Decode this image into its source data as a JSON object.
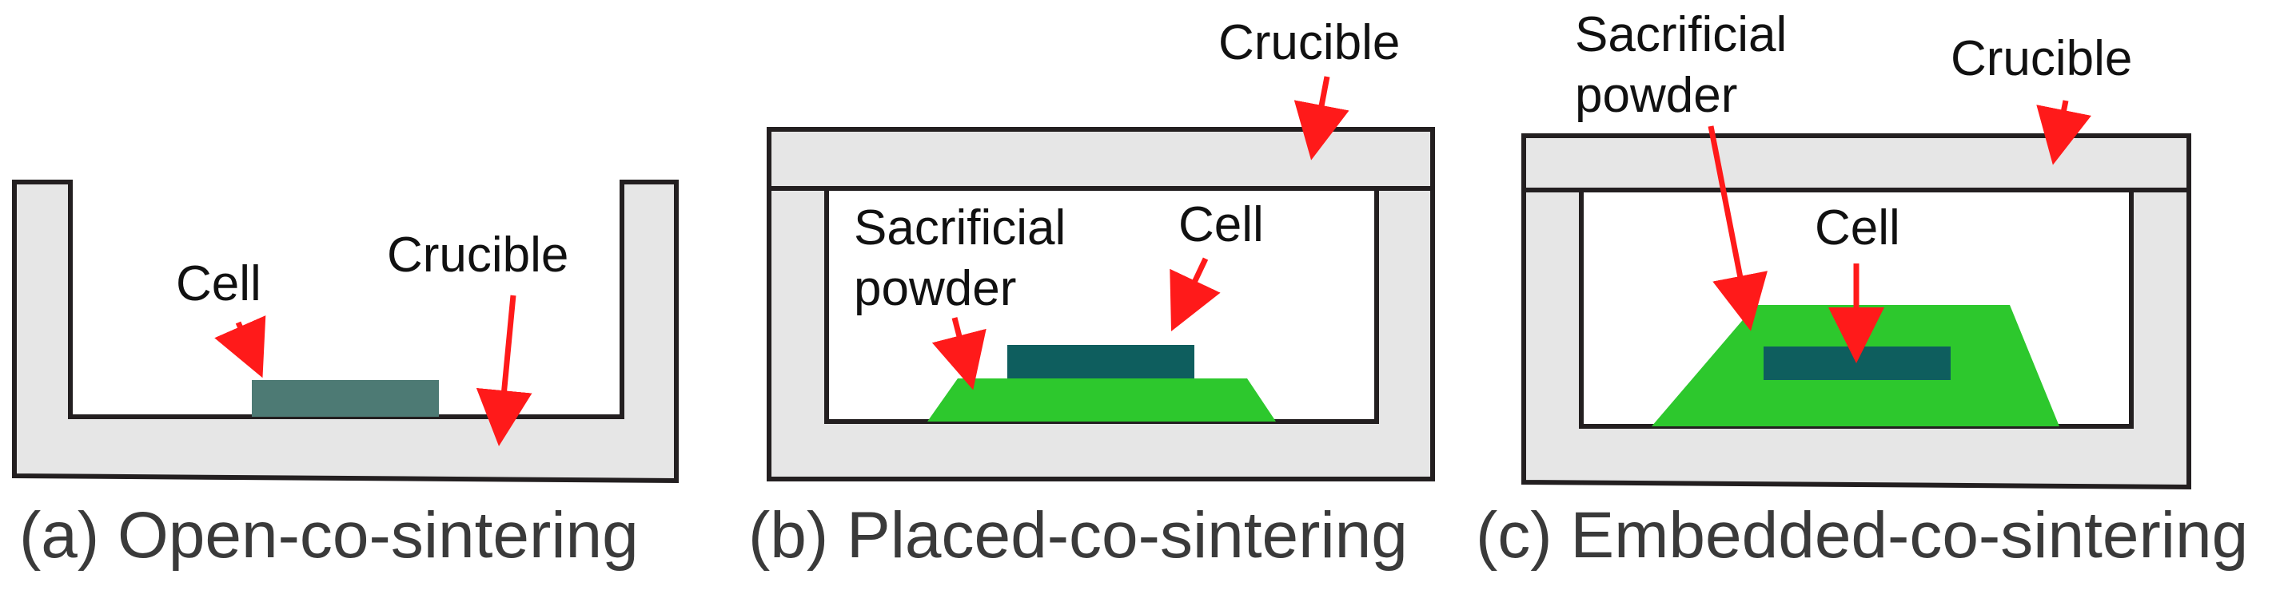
{
  "colors": {
    "crucible_fill": "#e6e6e6",
    "outline": "#231f20",
    "cell_a": "#4d7a74",
    "cell_dark": "#0e5e5e",
    "powder": "#2dc82d",
    "arrow": "#ff1a1a",
    "caption_text": "#3a3a3a",
    "label_text": "#111111"
  },
  "panels": [
    {
      "id": "a",
      "caption": "(a) Open-co-sintering",
      "labels": {
        "crucible": "Crucible",
        "cell": "Cell"
      }
    },
    {
      "id": "b",
      "caption": "(b) Placed-co-sintering",
      "labels": {
        "crucible": "Crucible",
        "cell": "Cell",
        "powder_line1": "Sacrificial",
        "powder_line2": "powder"
      }
    },
    {
      "id": "c",
      "caption": "(c) Embedded-co-sintering",
      "labels": {
        "crucible": "Crucible",
        "cell": "Cell",
        "powder_line1": "Sacrificial",
        "powder_line2": "powder"
      }
    }
  ]
}
